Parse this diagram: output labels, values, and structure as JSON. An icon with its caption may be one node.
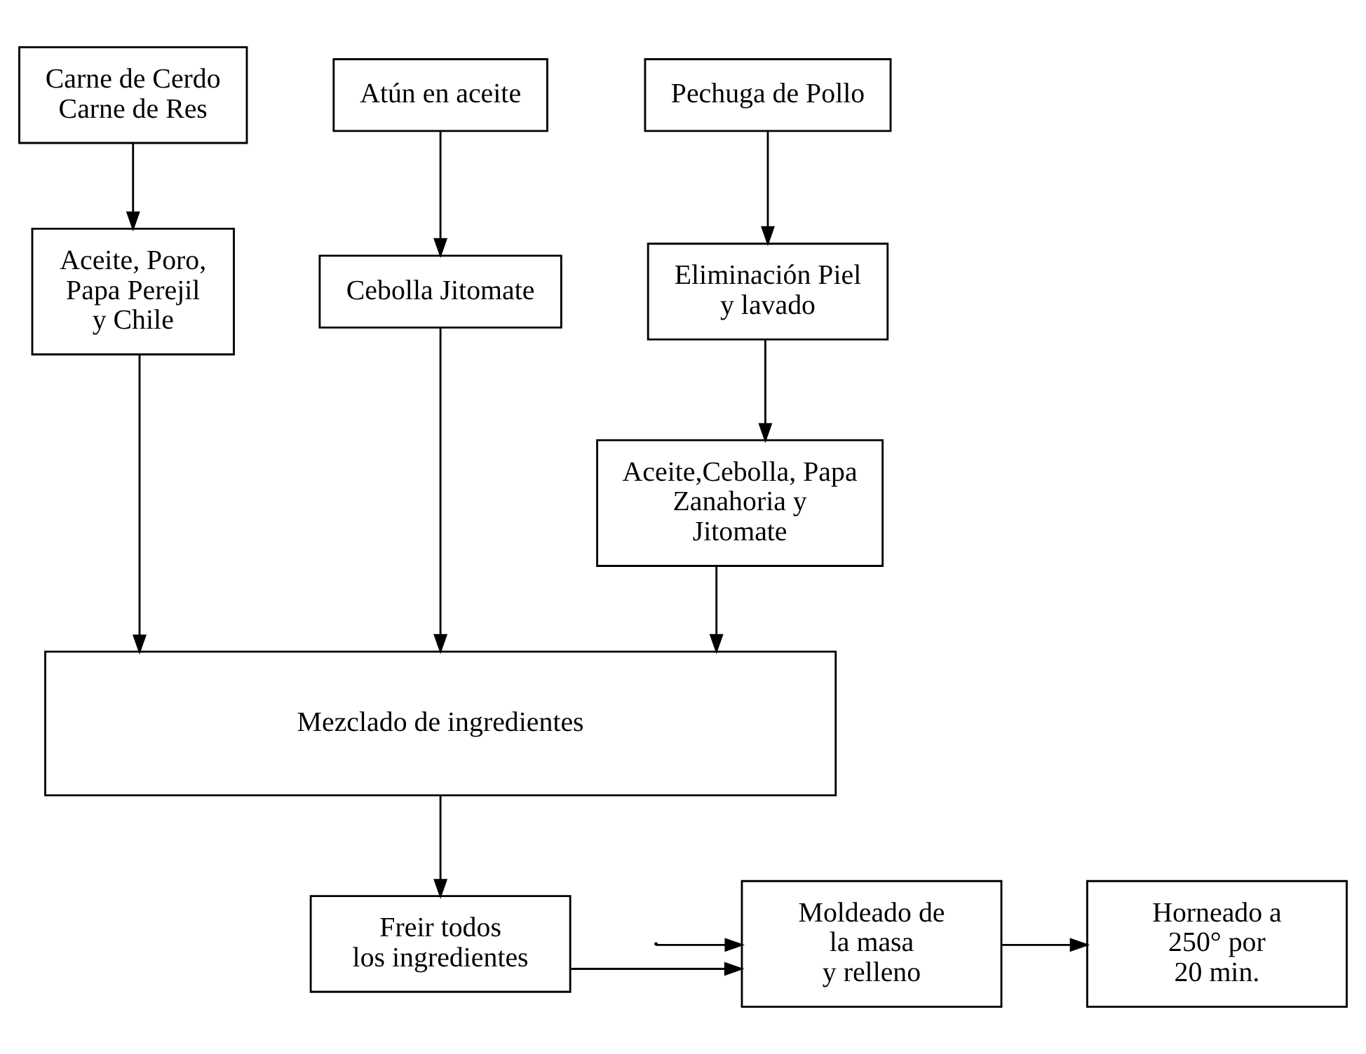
{
  "diagram": {
    "nodes": [
      {
        "text": [
          "Carne de Cerdo Carne de Res"
        ]
      },
      {
        "text": [
          "Pechuga de Pollo"
        ]
      },
      {
        "text": [
          "Atún en aceite"
        ]
      },
      {
        "text": [
          "Aceite, Poro, Papa Perejil y Chile"
        ]
      },
      {
        "text": [
          "Eliminación Piel y lavado"
        ]
      },
      {
        "text": [
          "Cebolla Jitomate"
        ]
      },
      {
        "text": [
          "Aceite,Cebolla, Papa Zanahoria y Jitomate"
        ]
      },
      {
        "text": [
          "Mezclado de ingredientes"
        ]
      },
      {
        "text": [
          "Freir todos los ingredientes"
        ]
      },
      {
        "text": [
          "Moldeado de la masa y relleno"
        ]
      },
      {
        "text": [
          "Horneado a 250° por 20 min."
        ]
      }
    ],
    "edges": [
      {
        "from": 0,
        "to": 3,
        "arrow": "to"
      },
      {
        "from": 1,
        "to": 4,
        "arrow": "to"
      },
      {
        "from": 2,
        "to": 5,
        "arrow": "to"
      },
      {
        "from": 3,
        "to": 7,
        "arrow": "to"
      },
      {
        "from": 4,
        "to": 6,
        "arrow": "to"
      },
      {
        "from": 6,
        "to": 7,
        "arrow": "to"
      },
      {
        "from": 5,
        "to": 7,
        "arrow": "to"
      },
      {
        "from": 7,
        "to": 8,
        "arrow": "to"
      },
      {
        "from": 8,
        "to": 9,
        "arrow": "to"
      },
      {
        "from": 9,
        "to": 10,
        "arrow": "to"
      },
      {
        "from": null,
        "to": 9,
        "arrow": "to"
      }
    ]
  }
}
